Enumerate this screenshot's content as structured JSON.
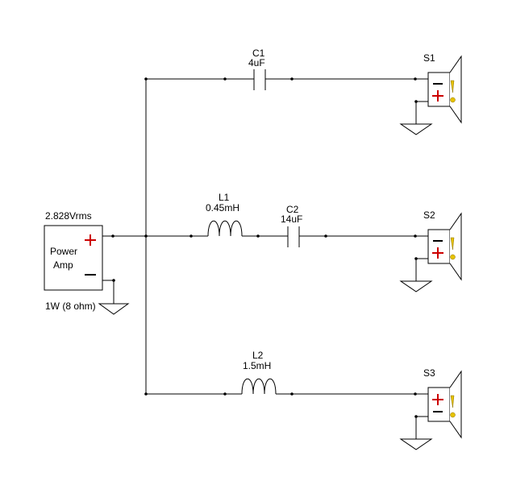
{
  "amp": {
    "voltage_label": "2.828Vrms",
    "name_line1": "Power",
    "name_line2": "Amp",
    "power_label": "1W (8 ohm)",
    "plus_color": "#cc0000"
  },
  "components": {
    "c1": {
      "name": "C1",
      "value": "4uF"
    },
    "c2": {
      "name": "C2",
      "value": "14uF"
    },
    "l1": {
      "name": "L1",
      "value": "0.45mH"
    },
    "l2": {
      "name": "L2",
      "value": "1.5mH"
    }
  },
  "speakers": {
    "s1": {
      "name": "S1"
    },
    "s2": {
      "name": "S2"
    },
    "s3": {
      "name": "S3"
    }
  },
  "colors": {
    "wire": "#000000",
    "plus": "#cc0000",
    "speaker_indicator": "#e6c200"
  }
}
